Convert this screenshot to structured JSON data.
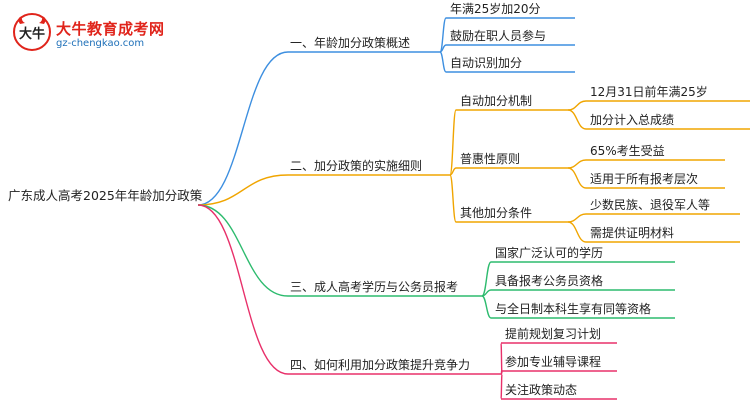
{
  "brand": {
    "title": "大牛教育成考网",
    "url": "gz-chengkao.com",
    "logo_text": "大牛",
    "colors": {
      "red": "#e0241b",
      "blue": "#1d6fb8"
    }
  },
  "mindmap": {
    "root": "广东成人高考2025年年龄加分政策",
    "branches": [
      {
        "label": "一、年龄加分政策概述",
        "color": "#3d8fe0",
        "children": [
          {
            "label": "年满25岁加20分"
          },
          {
            "label": "鼓励在职人员参与"
          },
          {
            "label": "自动识别加分"
          }
        ]
      },
      {
        "label": "二、加分政策的实施细则",
        "color": "#f0a500",
        "children": [
          {
            "label": "自动加分机制",
            "children": [
              {
                "label": "12月31日前年满25岁"
              },
              {
                "label": "加分计入总成绩"
              }
            ]
          },
          {
            "label": "普惠性原则",
            "children": [
              {
                "label": "65%考生受益"
              },
              {
                "label": "适用于所有报考层次"
              }
            ]
          },
          {
            "label": "其他加分条件",
            "children": [
              {
                "label": "少数民族、退役军人等"
              },
              {
                "label": "需提供证明材料"
              }
            ]
          }
        ]
      },
      {
        "label": "三、成人高考学历与公务员报考",
        "color": "#2dbb6e",
        "children": [
          {
            "label": "国家广泛认可的学历"
          },
          {
            "label": "具备报考公务员资格"
          },
          {
            "label": "与全日制本科生享有同等资格"
          }
        ]
      },
      {
        "label": "四、如何利用加分政策提升竞争力",
        "color": "#e8306a",
        "children": [
          {
            "label": "提前规划复习计划"
          },
          {
            "label": "参加专业辅导课程"
          },
          {
            "label": "关注政策动态"
          }
        ]
      }
    ]
  }
}
